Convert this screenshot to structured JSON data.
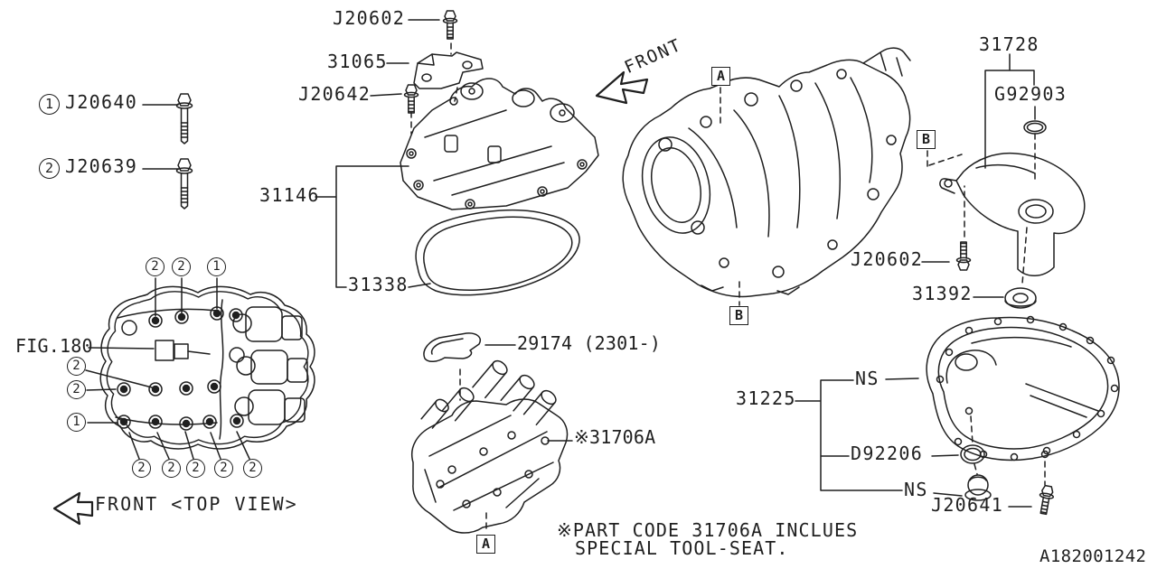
{
  "drawing_number": "A182001242",
  "note": {
    "line1": "※PART CODE 31706A INCLUES",
    "line2": "SPECIAL TOOL-SEAT."
  },
  "orientation": {
    "front_label": "FRONT",
    "top_view_label": "FRONT <TOP VIEW>"
  },
  "figure_ref": "FIG.180",
  "callouts": {
    "one": "1",
    "two": "2"
  },
  "markers": {
    "a": "A",
    "b": "B"
  },
  "parts": {
    "j20640": "J20640",
    "j20639": "J20639",
    "j20602_top": "J20602",
    "p31065": "31065",
    "j20642": "J20642",
    "p31146": "31146",
    "p31338": "31338",
    "p31728": "31728",
    "g92903": "G92903",
    "j20602_right": "J20602",
    "p31392": "31392",
    "p29174": "29174 (2301-)",
    "p31706a": "※31706A",
    "p31225": "31225",
    "ns_upper": "NS",
    "d92206": "D92206",
    "ns_lower": "NS",
    "j20641": "J20641"
  },
  "colors": {
    "background": "#ffffff",
    "line": "#1f1f1f"
  }
}
